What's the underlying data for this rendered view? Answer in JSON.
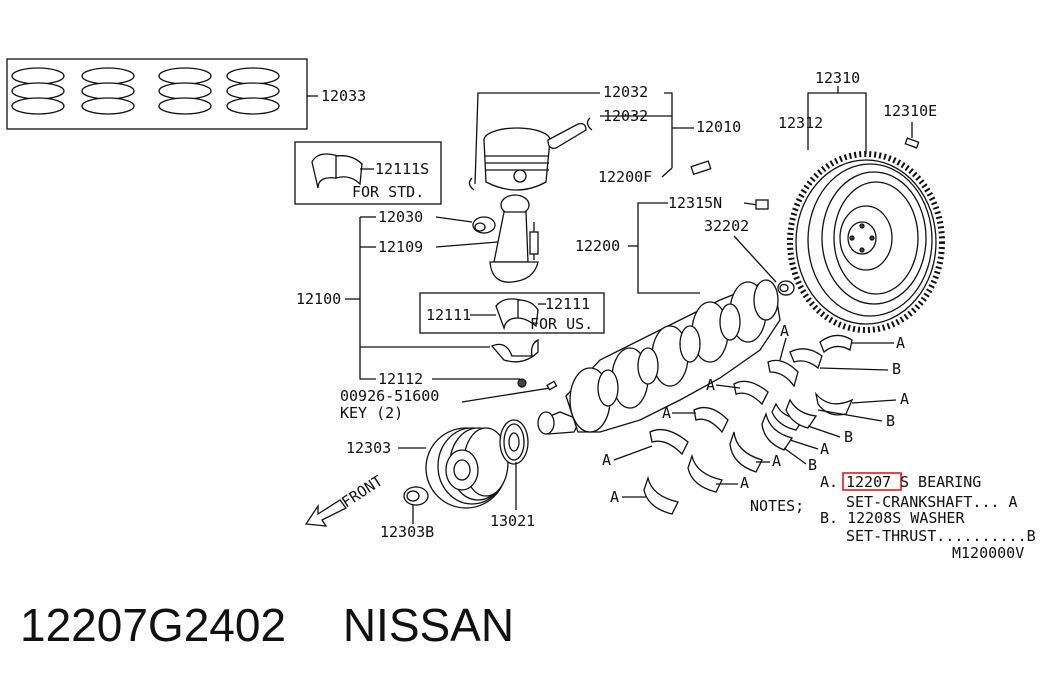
{
  "callouts": {
    "piston_rings": "12033",
    "snap_ring_a": "12032",
    "snap_ring_b": "12032",
    "piston_assy": "12010",
    "piston_pin": "12200F",
    "conrod_bearing_std": "12111S",
    "for_std": "FOR STD.",
    "conrod_bushing": "12030",
    "conrod_bolt": "12109",
    "conrod_assy": "12100",
    "conrod_bearing_us_left": "12111",
    "conrod_bearing_us_right": "12111",
    "for_us": "FOR US.",
    "conrod_nut": "12112",
    "key_part": "00926-51600",
    "key_qty": "KEY (2)",
    "crank_pulley": "12303",
    "pulley_bolt": "12303B",
    "crank_sprocket": "13021",
    "crankshaft": "12200",
    "pilot_bolt": "12315N",
    "pilot_bushing": "32202",
    "flywheel_assy": "12310",
    "flywheel": "12312",
    "flywheel_dowel": "12310E",
    "front": "FRONT"
  },
  "bearing_letters": {
    "a": "A",
    "b": "B"
  },
  "notes": {
    "heading": "NOTES;",
    "line_a_prefix": "A.",
    "line_a_highlight": "12207",
    "line_a_rest": "S BEARING",
    "line_a2": "SET-CRANKSHAFT... A",
    "line_b": "B. 12208S WASHER",
    "line_b2": "SET-THRUST..........B",
    "diagram_code": "M120000V",
    "highlight_color": "#e0191b"
  },
  "footer": {
    "part_number": "12207G2402",
    "brand": "NISSAN"
  }
}
